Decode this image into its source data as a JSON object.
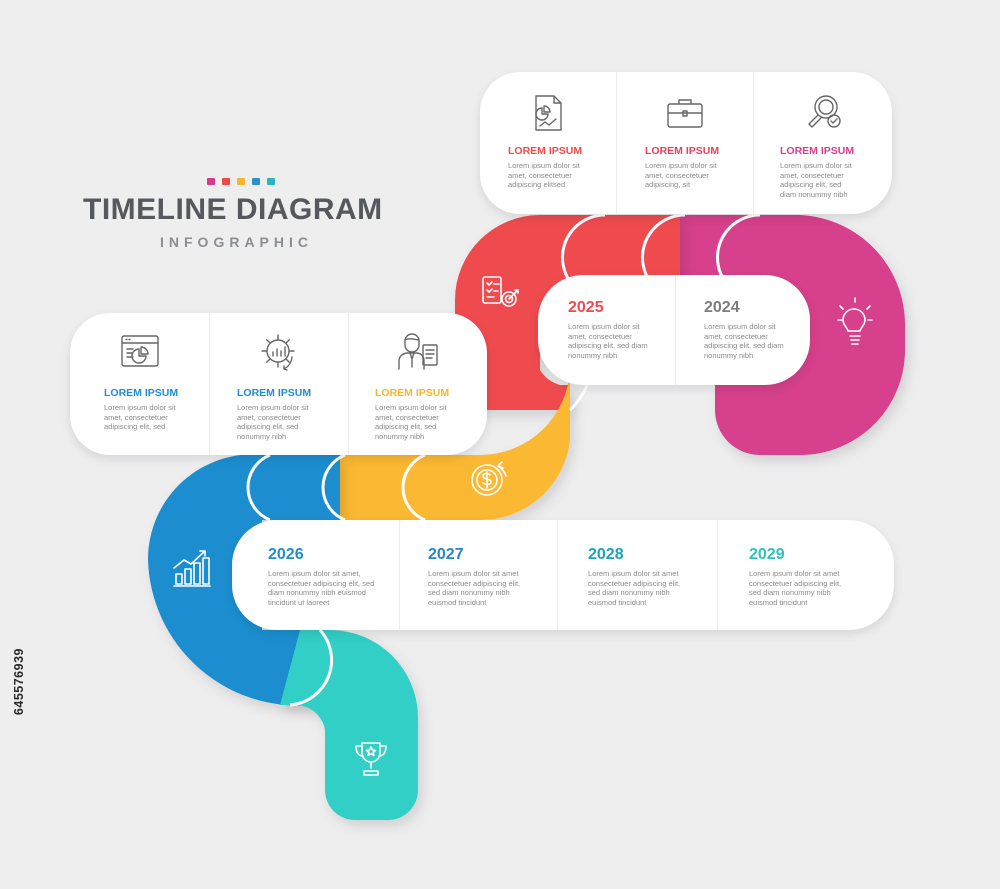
{
  "header": {
    "title": "TIMELINE DIAGRAM",
    "subtitle": "INFOGRAPHIC",
    "dot_colors": [
      "#d83a8a",
      "#ec4a4a",
      "#f6b52e",
      "#2f8fc9",
      "#29b6bf"
    ]
  },
  "colors": {
    "red": "#ef4b4f",
    "magenta": "#d63f8c",
    "yellow": "#fbb833",
    "blue": "#1f8ed0",
    "teal": "#33cfc6"
  },
  "top_card": [
    {
      "icon": "report-chart-icon",
      "label": "LOREM IPSUM",
      "color": "#ef4b4f",
      "text": [
        "Lorem ipsum dolor sit",
        "amet, consectetuer",
        "adipiscing elitsed"
      ]
    },
    {
      "icon": "briefcase-icon",
      "label": "LOREM IPSUM",
      "color": "#e5405e",
      "text": [
        "Lorem ipsum dolor sit",
        "amet, consectetuer",
        "adipiscing, sit"
      ]
    },
    {
      "icon": "magnifier-check-icon",
      "label": "LOREM IPSUM",
      "color": "#d63f8c",
      "text": [
        "Lorem ipsum dolor sit",
        "amet, consectetuer",
        "adipiscing elit, sed",
        "diam nonummy nibh"
      ]
    }
  ],
  "middle_card": [
    {
      "icon": "browser-chart-icon",
      "label": "LOREM IPSUM",
      "color": "#1f8ed0",
      "text": [
        "Lorem ipsum dolor sit",
        "amet, consectetuer",
        "adipiscing elit, sed"
      ]
    },
    {
      "icon": "gear-chart-icon",
      "label": "LOREM IPSUM",
      "color": "#1f8ed0",
      "text": [
        "Lorem ipsum dolor sit",
        "amet, consectetuer",
        "adipiscing elit, sed",
        "nonummy nibh"
      ]
    },
    {
      "icon": "businessman-icon",
      "label": "LOREM IPSUM",
      "color": "#f6b52e",
      "text": [
        "Lorem ipsum dolor sit",
        "amet, consectetuer",
        "adipiscing elit, sed",
        "nonummy nibh"
      ]
    }
  ],
  "year_card_top": [
    {
      "year": "2025",
      "color": "#ef4b4f",
      "text": [
        "Lorem ipsum dolor sit",
        "amet, consectetuer",
        "adipiscing elit, sed diam",
        "nonummy nibh"
      ]
    },
    {
      "year": "2024",
      "color": "#7d7d7d",
      "text": [
        "Lorem ipsum dolor sit",
        "amet, consectetuer",
        "adipiscing elit, sed diam",
        "nonummy nibh"
      ]
    }
  ],
  "year_card_bottom": [
    {
      "year": "2026",
      "color": "#1f8ed0",
      "text": [
        "Lorem ipsum dolor sit amet,",
        "consectetuer adipiscing elit, sed",
        "diam nonummy nibh euismod",
        "tincidunt ut laoreet"
      ]
    },
    {
      "year": "2027",
      "color": "#2487c6",
      "text": [
        "Lorem ipsum dolor sit amet",
        "consectetuer adipiscing elit,",
        "sed diam nonummy nibh",
        "euismod tincidunt"
      ]
    },
    {
      "year": "2028",
      "color": "#1aa5b8",
      "text": [
        "Lorem ipsum dolor sit amet",
        "consectetuer adipiscing elit,",
        "sed diam nonummy nibh",
        "euismod tincidunt"
      ]
    },
    {
      "year": "2029",
      "color": "#2dc1bf",
      "text": [
        "Lorem ipsum dolor sit amet",
        "consectetuer adipiscing elit,",
        "sed diam nonummy nibh",
        "euismod tincidunt"
      ]
    }
  ],
  "ribbon_icons": [
    "checklist-target-icon",
    "lightbulb-icon",
    "dollar-coin-icon",
    "growth-chart-icon",
    "trophy-icon"
  ],
  "stock_id": "645576939"
}
